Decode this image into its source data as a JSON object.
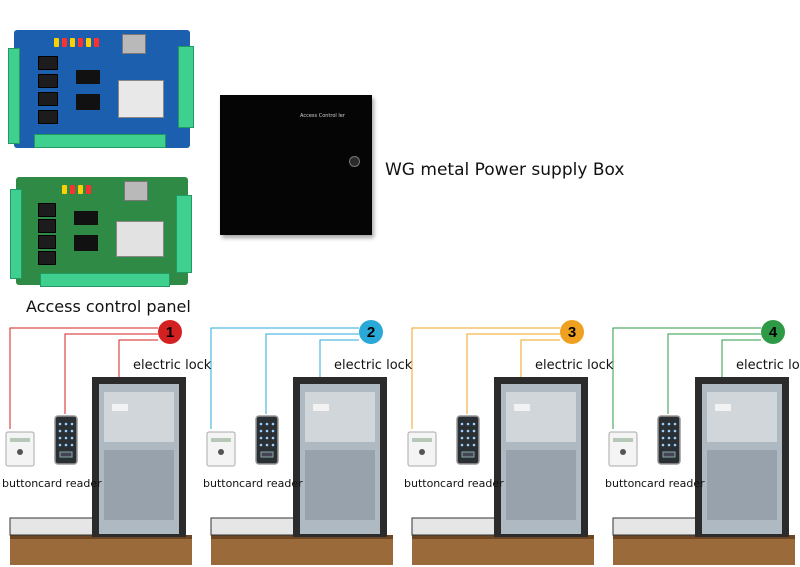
{
  "labels": {
    "power_box": "WG metal Power supply Box",
    "power_box_plate": "Access Control ler",
    "access_panel": "Access control panel",
    "electric_lock": "electric lock",
    "button": "button",
    "card_reader": "card reader"
  },
  "doors": [
    {
      "number": "1",
      "color": "#d42020"
    },
    {
      "number": "2",
      "color": "#2aa8d8"
    },
    {
      "number": "3",
      "color": "#f0a020"
    },
    {
      "number": "4",
      "color": "#2e9a46"
    }
  ],
  "icons": [
    "exit-button-icon",
    "card-reader-icon",
    "glass-door-icon",
    "electric-lock-icon"
  ]
}
